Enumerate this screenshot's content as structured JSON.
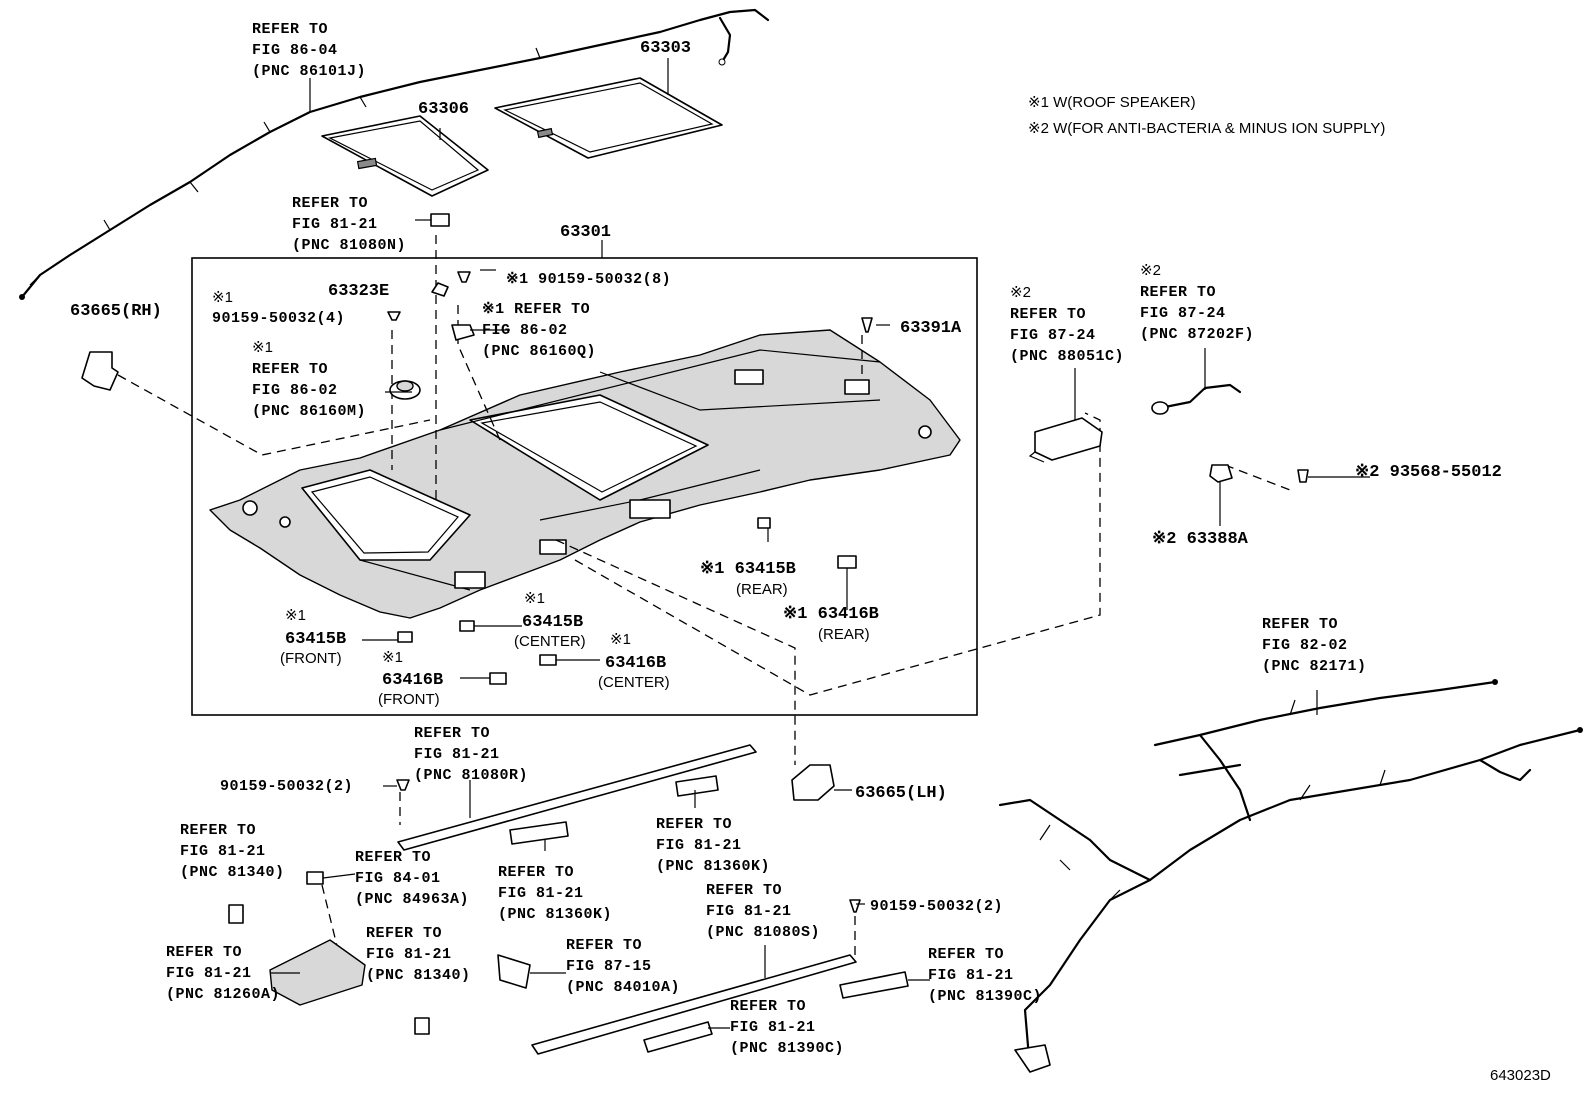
{
  "notes": {
    "note1": "※1 W(ROOF SPEAKER)",
    "note2": "※2 W(FOR ANTI-BACTERIA & MINUS ION SUPPLY)"
  },
  "figure_id": "643023D",
  "parts": {
    "p63303": "63303",
    "p63306": "63306",
    "p63301": "63301",
    "p63323E": "63323E",
    "p63391A": "63391A",
    "p63665RH": "63665(RH)",
    "p63665LH": "63665(LH)",
    "p63388A": "※2 63388A",
    "p93568": "※2 93568-55012",
    "p63415B_rear": "※1 63415B",
    "p63415B_rear_sub": "(REAR)",
    "p63416B_rear": "※1 63416B",
    "p63416B_rear_sub": "(REAR)",
    "p63415B_front_mark": "※1",
    "p63415B_front": "63415B",
    "p63415B_front_sub": "(FRONT)",
    "p63415B_center_mark": "※1",
    "p63415B_center": "63415B",
    "p63415B_center_sub": "(CENTER)",
    "p63416B_center_mark": "※1",
    "p63416B_center": "63416B",
    "p63416B_center_sub": "(CENTER)",
    "p63416B_front_mark": "※1",
    "p63416B_front": "63416B",
    "p63416B_front_sub": "(FRONT)",
    "screw_top": "※1 90159-50032(8)",
    "screw_left_mark": "※1",
    "screw_left": "90159-50032(4)",
    "screw_rail": "90159-50032(2)",
    "screw_rail2": "90159-50032(2)"
  },
  "refs": [
    {
      "id": "r86101J",
      "lines": [
        "REFER TO",
        "FIG 86-04",
        "(PNC 86101J)"
      ]
    },
    {
      "id": "r81080N",
      "lines": [
        "REFER TO",
        "FIG 81-21",
        "(PNC 81080N)"
      ]
    },
    {
      "id": "r86160Q",
      "lines": [
        "※1 REFER TO",
        "FIG 86-02",
        "(PNC 86160Q)"
      ]
    },
    {
      "id": "r86160M",
      "lines": [
        "※1",
        "REFER TO",
        "FIG 86-02",
        "(PNC 86160M)"
      ]
    },
    {
      "id": "r88051C",
      "lines": [
        "※2",
        "REFER TO",
        "FIG 87-24",
        "(PNC 88051C)"
      ]
    },
    {
      "id": "r87202F",
      "lines": [
        "※2",
        "REFER TO",
        "FIG 87-24",
        "(PNC 87202F)"
      ]
    },
    {
      "id": "r82171",
      "lines": [
        "REFER TO",
        "FIG 82-02",
        "(PNC 82171)"
      ]
    },
    {
      "id": "r81080R",
      "lines": [
        "REFER TO",
        "FIG 81-21",
        "(PNC 81080R)"
      ]
    },
    {
      "id": "r81360K_a",
      "lines": [
        "REFER TO",
        "FIG 81-21",
        "(PNC 81360K)"
      ]
    },
    {
      "id": "r81360K_b",
      "lines": [
        "REFER TO",
        "FIG 81-21",
        "(PNC 81360K)"
      ]
    },
    {
      "id": "r81340_a",
      "lines": [
        "REFER TO",
        "FIG 81-21",
        "(PNC 81340)"
      ]
    },
    {
      "id": "r84963A",
      "lines": [
        "REFER TO",
        "FIG 84-01",
        "(PNC 84963A)"
      ]
    },
    {
      "id": "r81080S",
      "lines": [
        "REFER TO",
        "FIG 81-21",
        "(PNC 81080S)"
      ]
    },
    {
      "id": "r81260A",
      "lines": [
        "REFER TO",
        "FIG 81-21",
        "(PNC 81260A)"
      ]
    },
    {
      "id": "r81340_b",
      "lines": [
        "REFER TO",
        "FIG 81-21",
        "(PNC 81340)"
      ]
    },
    {
      "id": "r84010A",
      "lines": [
        "REFER TO",
        "FIG 87-15",
        "(PNC 84010A)"
      ]
    },
    {
      "id": "r81390C_a",
      "lines": [
        "REFER TO",
        "FIG 81-21",
        "(PNC 81390C)"
      ]
    },
    {
      "id": "r81390C_b",
      "lines": [
        "REFER TO",
        "FIG 81-21",
        "(PNC 81390C)"
      ]
    }
  ]
}
